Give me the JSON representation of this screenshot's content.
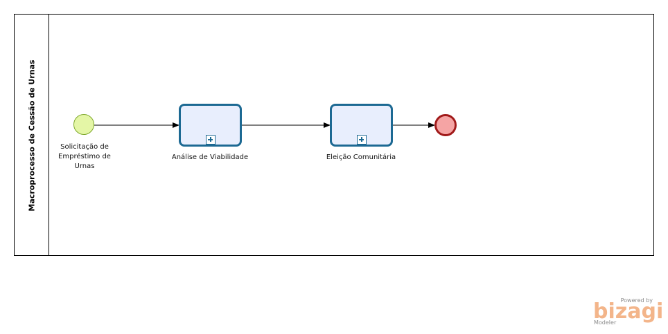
{
  "pool": {
    "title": "Macroprocesso de Cessão de Urnas"
  },
  "start_event": {
    "label": "Solicitação de Empréstimo de Urnas"
  },
  "tasks": [
    {
      "label": "Análise de Viabilidade",
      "marker": "subprocess-plus-icon"
    },
    {
      "label": "Eleição Comunitária",
      "marker": "subprocess-plus-icon"
    }
  ],
  "end_event": {
    "label": ""
  },
  "colors": {
    "start_fill": "#e4f6a6",
    "start_stroke": "#7ea82b",
    "task_fill": "#e8eefd",
    "task_stroke": "#1c6993",
    "end_fill": "#f5a4a4",
    "end_stroke": "#a11a1a",
    "flow": "#000000"
  },
  "branding": {
    "powered": "Powered by",
    "logo": "bizagi",
    "sub": "Modeler"
  }
}
